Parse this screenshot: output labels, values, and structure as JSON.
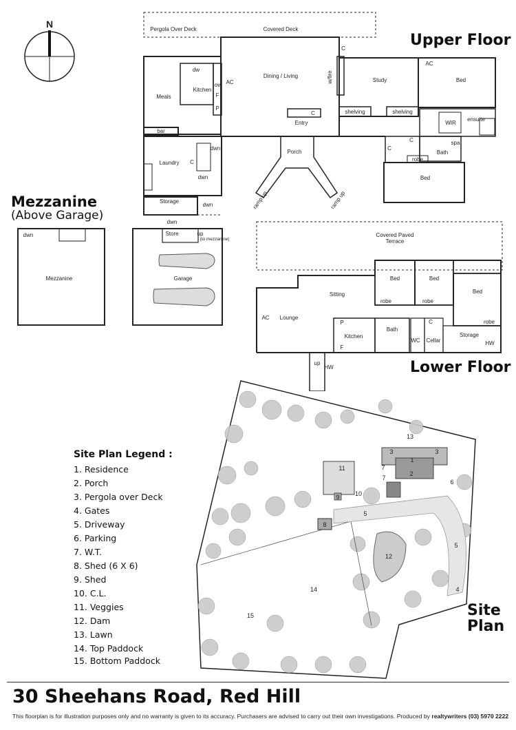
{
  "headings": {
    "upper_floor": "Upper Floor",
    "lower_floor": "Lower Floor",
    "mezzanine_title": "Mezzanine",
    "mezzanine_subtitle": "(Above Garage)",
    "site_plan_line1": "Site",
    "site_plan_line2": "Plan"
  },
  "compass": {
    "north": "N"
  },
  "upper_floor_labels": {
    "pergola_over_deck": "Pergola Over Deck",
    "covered_deck": "Covered Deck",
    "meals": "Meals",
    "kitchen": "Kitchen",
    "dw": "dw",
    "ov": "ov",
    "f": "F",
    "p": "P",
    "ac": "AC",
    "dining_living": "Dining / Living",
    "wfire": "w/fire",
    "c": "C",
    "study": "Study",
    "bed": "Bed",
    "shelving": "shelving",
    "entry": "Entry",
    "bar": "bar",
    "wir": "WIR",
    "ensuite": "ensuite",
    "bath": "Bath",
    "spa": "spa",
    "robe": "robe",
    "laundry": "Laundry",
    "dwn": "dwn",
    "porch": "Porch",
    "ramp_up": "ramp up",
    "storage": "Storage",
    "store": "Store",
    "up_to_mezz": "up",
    "to_mezzanine": "(to mezzanine)",
    "garage": "Garage",
    "mezzanine_room": "Mezzanine"
  },
  "lower_floor_labels": {
    "covered_paved_terrace_1": "Covered Paved",
    "covered_paved_terrace_2": "Terrace",
    "bed": "Bed",
    "robe": "robe",
    "sitting": "Sitting",
    "ac": "AC",
    "lounge": "Lounge",
    "p": "P",
    "kitchen": "Kitchen",
    "f": "F",
    "bath": "Bath",
    "wc": "WC",
    "c": "C",
    "cellar": "Cellar",
    "storage": "Storage",
    "hw": "HW",
    "up": "up"
  },
  "site_plan_numbers": [
    "1",
    "2",
    "3",
    "3",
    "4",
    "5",
    "5",
    "6",
    "7",
    "7",
    "8",
    "9",
    "10",
    "11",
    "12",
    "13",
    "14",
    "15"
  ],
  "legend": {
    "title": "Site Plan Legend :",
    "items": [
      "1. Residence",
      "2. Porch",
      "3. Pergola over Deck",
      "4. Gates",
      "5. Driveway",
      "6. Parking",
      "7. W.T.",
      "8. Shed (6 X 6)",
      "9. Shed",
      "10. C.L.",
      "11. Veggies",
      "12. Dam",
      "13. Lawn",
      "14. Top Paddock",
      "15. Bottom Paddock"
    ]
  },
  "footer": {
    "address": "30 Sheehans Road, Red Hill",
    "disclaimer": "This floorplan is for illustration purposes only and no warranty is given to its accuracy. Purchasers are advised to carry out their own investigations. Produced by ",
    "producer": "realtywriters (03) 5970 2222"
  }
}
